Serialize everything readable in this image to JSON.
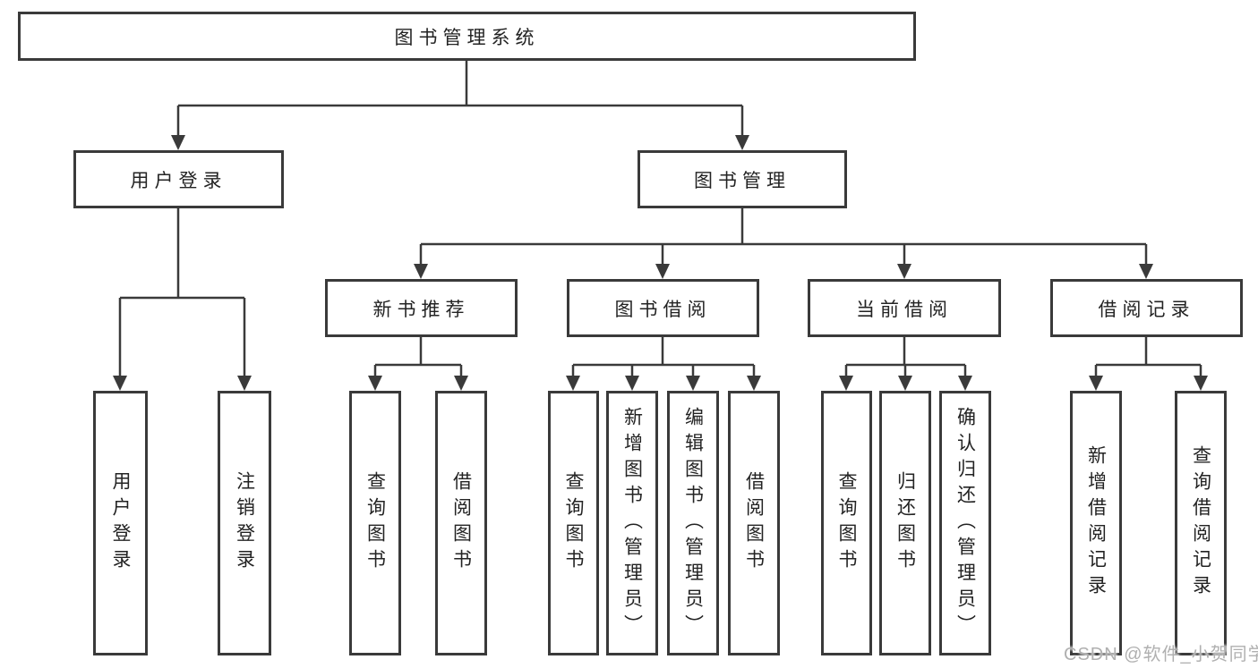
{
  "diagram": {
    "root": {
      "label": "图书管理系统"
    },
    "branches": [
      {
        "label": "用户登录",
        "children": [
          {
            "label": "用户登录"
          },
          {
            "label": "注销登录"
          }
        ]
      },
      {
        "label": "图书管理",
        "children": [
          {
            "label": "新书推荐",
            "children": [
              {
                "label": "查询图书"
              },
              {
                "label": "借阅图书"
              }
            ]
          },
          {
            "label": "图书借阅",
            "children": [
              {
                "label": "查询图书"
              },
              {
                "label": "新增图书（管理员）"
              },
              {
                "label": "编辑图书（管理员）"
              },
              {
                "label": "借阅图书"
              }
            ]
          },
          {
            "label": "当前借阅",
            "children": [
              {
                "label": "查询图书"
              },
              {
                "label": "归还图书"
              },
              {
                "label": "确认归还（管理员）"
              }
            ]
          },
          {
            "label": "借阅记录",
            "children": [
              {
                "label": "新增借阅记录"
              },
              {
                "label": "查询借阅记录"
              }
            ]
          }
        ]
      }
    ]
  },
  "watermark": {
    "text": "CSDN @软件_小贺同学"
  },
  "colors": {
    "line": "#3a3a3a",
    "box_border": "#3a3a3a",
    "text": "#232323",
    "watermark": "#b0b0b0",
    "background": "#ffffff"
  }
}
